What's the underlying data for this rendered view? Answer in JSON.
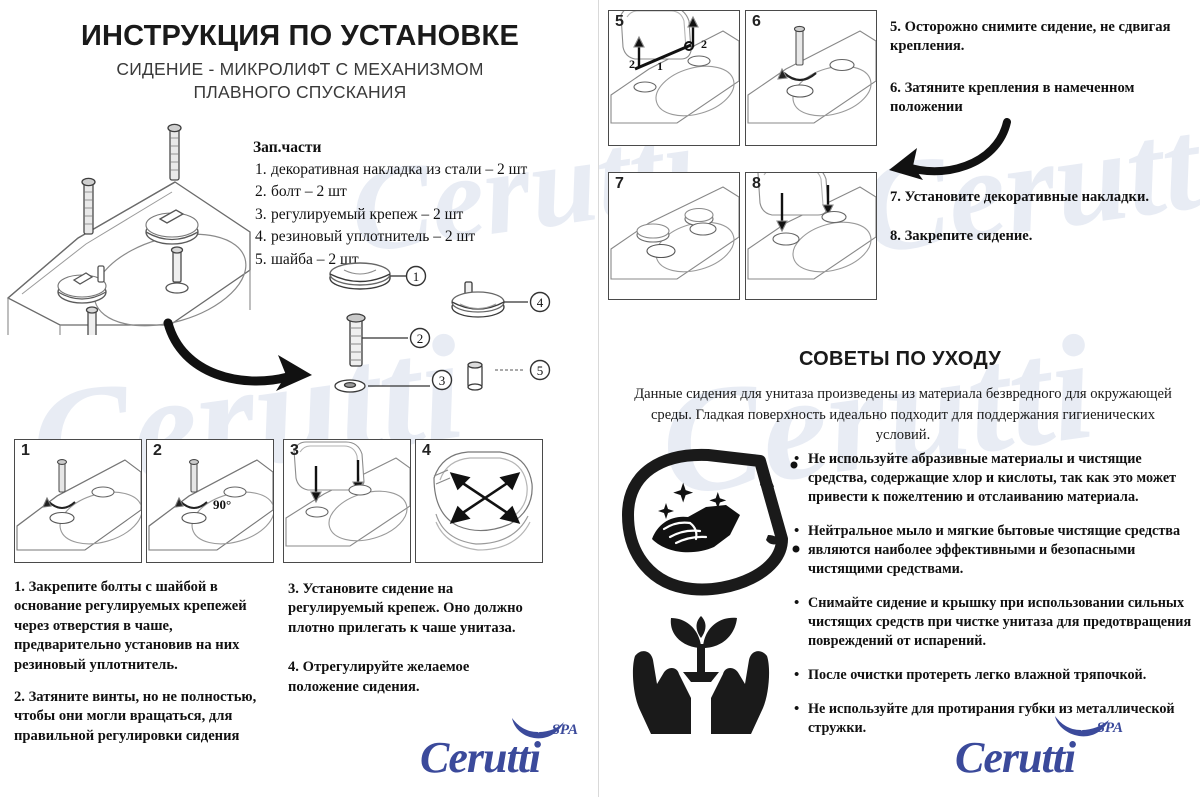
{
  "document": {
    "title": "ИНСТРУКЦИЯ ПО УСТАНОВКЕ",
    "subtitle": "СИДЕНИЕ - МИКРОЛИФТ С МЕХАНИЗМОМ\nПЛАВНОГО СПУСКАНИЯ",
    "subtitle_line1": "СИДЕНИЕ - МИКРОЛИФТ С МЕХАНИЗМОМ",
    "subtitle_line2": "ПЛАВНОГО СПУСКАНИЯ"
  },
  "parts": {
    "heading": "Зап.части",
    "items": [
      {
        "num": "1.",
        "text": "декоративная накладка из стали – 2 шт"
      },
      {
        "num": "2.",
        "text": "болт – 2 шт"
      },
      {
        "num": "3.",
        "text": "регулируемый крепеж – 2 шт"
      },
      {
        "num": "4.",
        "text": "резиновый уплотнитель – 2 шт"
      },
      {
        "num": "5.",
        "text": "шайба – 2 шт"
      }
    ],
    "callouts": [
      "1",
      "2",
      "3",
      "4",
      "5"
    ]
  },
  "panels": {
    "p1": "1",
    "p2": "2",
    "p2_angle": "90°",
    "p3": "3",
    "p4": "4",
    "p5": "5",
    "p5_labels": [
      "2",
      "1",
      "2"
    ],
    "p6": "6",
    "p7": "7",
    "p8": "8"
  },
  "steps_left": [
    "1.   Закрепите болты с шайбой в основание регулируемых крепежей через отверстия в чаше, предварительно установив на них резиновый уплотнитель.",
    "2.   Затяните винты, но не полностью, чтобы они могли вращаться, для правильной регулировки сидения"
  ],
  "steps_mid": [
    "3. Установите сидение на регулируемый крепеж. Оно должно плотно прилегать к чаше унитаза.",
    "4. Отрегулируйте желаемое положение сидения."
  ],
  "steps_right": [
    "5. Осторожно снимите сидение, не сдвигая крепления.",
    "6. Затяните крепления в намеченном положении",
    "7. Установите декоративные накладки.",
    "8. Закрепите сидение."
  ],
  "care": {
    "title": "СОВЕТЫ ПО УХОДУ",
    "intro": "Данные сидения для унитаза произведены из материала безвредного для окружающей среды. Гладкая поверхность идеально подходит для поддержания гигиенических условий.",
    "bullets": [
      "Не используйте абразивные материалы и чистящие средства, содержащие хлор и кислоты, так как это может привести к пожелтению и отслаиванию материала.",
      "Нейтральное мыло и мягкие бытовые чистящие средства являются наиболее эффективными и безопасными чистящими средствами.",
      "Снимайте сидение и крышку при использовании сильных чистящих средств при чистке унитаза для предотвращения повреждений от испарений.",
      "После очистки протереть легко влажной тряпочкой.",
      "Не используйте для протирания губки из металлической стружки."
    ]
  },
  "icons": {
    "cleaning": "cleaning-cloth-icon",
    "eco": "eco-hands-plant-icon"
  },
  "logo": {
    "word": "Cerutti",
    "mark": "SPA",
    "color": "#3b4a9b"
  },
  "watermark": {
    "text": "Cerutti"
  }
}
